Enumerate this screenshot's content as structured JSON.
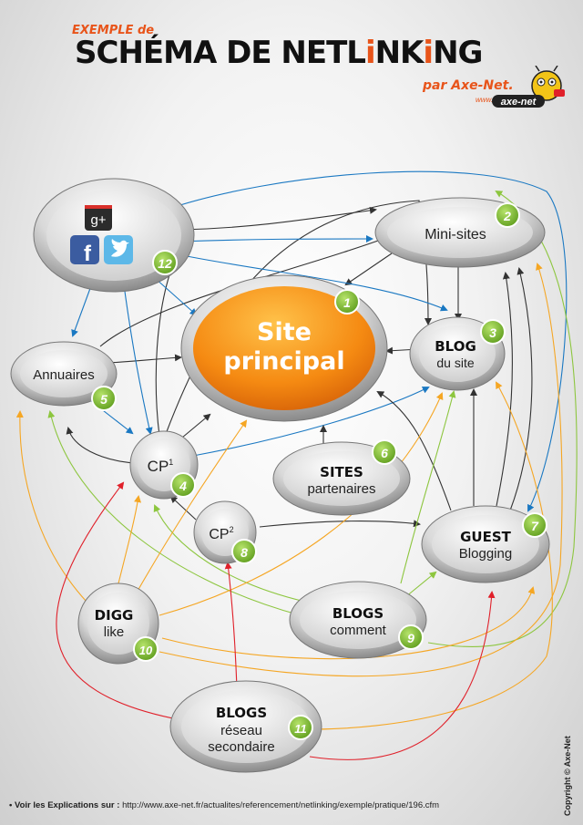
{
  "header": {
    "subtitle": "EXEMPLE de",
    "title_part1": "SCHÉMA DE NETL",
    "title_part2": "i",
    "title_part3": "NK",
    "title_part4": "i",
    "title_part5": "NG",
    "byline": "par Axe-Net.",
    "brand_prefix": "www.",
    "brand_name": "axe-net"
  },
  "nodes": {
    "n1": {
      "number": "1",
      "line1": "Site",
      "line2": "principal"
    },
    "n2": {
      "number": "2",
      "line1": "Mini-sites"
    },
    "n3": {
      "number": "3",
      "line1": "BLOG",
      "line2": "du site"
    },
    "n4": {
      "number": "4",
      "line1": "CP",
      "sup": "1"
    },
    "n5": {
      "number": "5",
      "line1": "Annuaires"
    },
    "n6": {
      "number": "6",
      "line1": "SITES",
      "line2": "partenaires"
    },
    "n7": {
      "number": "7",
      "line1": "GUEST",
      "line2": "Blogging"
    },
    "n8": {
      "number": "8",
      "line1": "CP",
      "sup": "2"
    },
    "n9": {
      "number": "9",
      "line1": "BLOGS",
      "line2": "comment"
    },
    "n10": {
      "number": "10",
      "line1": "DIGG",
      "line2": "like"
    },
    "n11": {
      "number": "11",
      "line1": "BLOGS",
      "line2": "réseau",
      "line3": "secondaire"
    },
    "n12": {
      "number": "12",
      "gplus": "g+",
      "fb": "f"
    }
  },
  "colors": {
    "dark": "#333333",
    "blue": "#1a78c2",
    "orange": "#f5a623",
    "green": "#8dc63f",
    "red": "#e0202a",
    "badge": "#7cb82f",
    "main": "#f07d12"
  },
  "footer": {
    "label": "• Voir les Explications sur :",
    "url": "http://www.axe-net.fr/actualites/referencement/netlinking/exemple/pratique/196.cfm"
  },
  "copyright": "Copyright © Axe-Net"
}
